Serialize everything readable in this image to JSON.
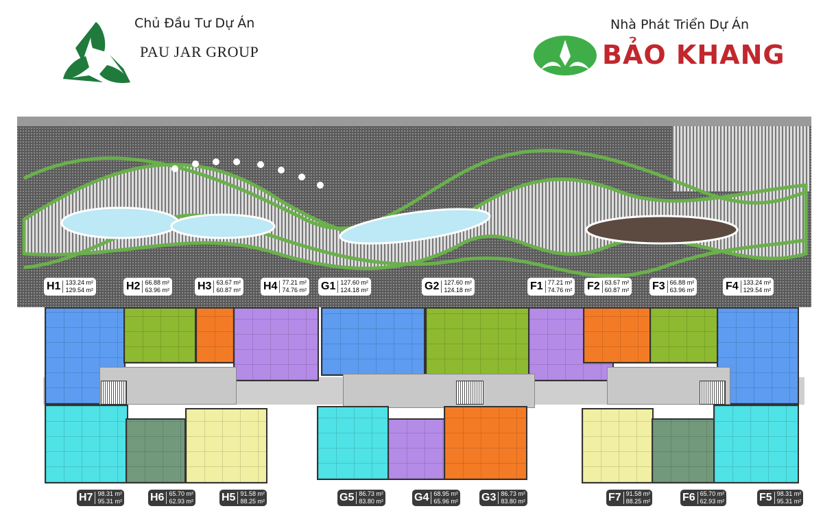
{
  "header": {
    "investor_caption": "Chủ Đầu Tư Dự Án",
    "investor_name": "PAU JAR GROUP",
    "developer_caption": "Nhà Phát Triển Dự Án",
    "developer_name": "BẢO KHANG"
  },
  "colors": {
    "blue": "#5d9cf0",
    "olive": "#8dba30",
    "orange": "#f47b25",
    "purple": "#b48be6",
    "cyan": "#4fe2e6",
    "sage": "#73997c",
    "yellow": "#f1efa2",
    "garden_green": "#6ab04c",
    "pau_jar_green": "#1f7a3c",
    "bao_khang_red": "#c1272d"
  },
  "units": {
    "top": [
      {
        "code": "H1",
        "area1": "133.24 m²",
        "area2": "129.54 m²"
      },
      {
        "code": "H2",
        "area1": "66.88 m²",
        "area2": "63.96 m²"
      },
      {
        "code": "H3",
        "area1": "63.67 m²",
        "area2": "60.87 m²"
      },
      {
        "code": "H4",
        "area1": "77.21 m²",
        "area2": "74.76 m²"
      },
      {
        "code": "G1",
        "area1": "127.60 m²",
        "area2": "124.18 m²"
      },
      {
        "code": "G2",
        "area1": "127.60 m²",
        "area2": "124.18 m²"
      },
      {
        "code": "F1",
        "area1": "77.21 m²",
        "area2": "74.76 m²"
      },
      {
        "code": "F2",
        "area1": "63.67 m²",
        "area2": "60.87 m²"
      },
      {
        "code": "F3",
        "area1": "66.88 m²",
        "area2": "63.96 m²"
      },
      {
        "code": "F4",
        "area1": "133.24 m²",
        "area2": "129.54 m²"
      }
    ],
    "bottom": [
      {
        "code": "H7",
        "area1": "98.31 m²",
        "area2": "95.31 m²"
      },
      {
        "code": "H6",
        "area1": "65.70 m²",
        "area2": "62.93 m²"
      },
      {
        "code": "H5",
        "area1": "91.58 m²",
        "area2": "88.25 m²"
      },
      {
        "code": "G5",
        "area1": "86.73 m²",
        "area2": "83.80 m²"
      },
      {
        "code": "G4",
        "area1": "68.95 m²",
        "area2": "65.96 m²"
      },
      {
        "code": "G3",
        "area1": "86.73 m²",
        "area2": "83.80 m²"
      },
      {
        "code": "F7",
        "area1": "91.58 m²",
        "area2": "88.25 m²"
      },
      {
        "code": "F6",
        "area1": "65.70 m²",
        "area2": "62.93 m²"
      },
      {
        "code": "F5",
        "area1": "98.31 m²",
        "area2": "95.31 m²"
      }
    ]
  }
}
